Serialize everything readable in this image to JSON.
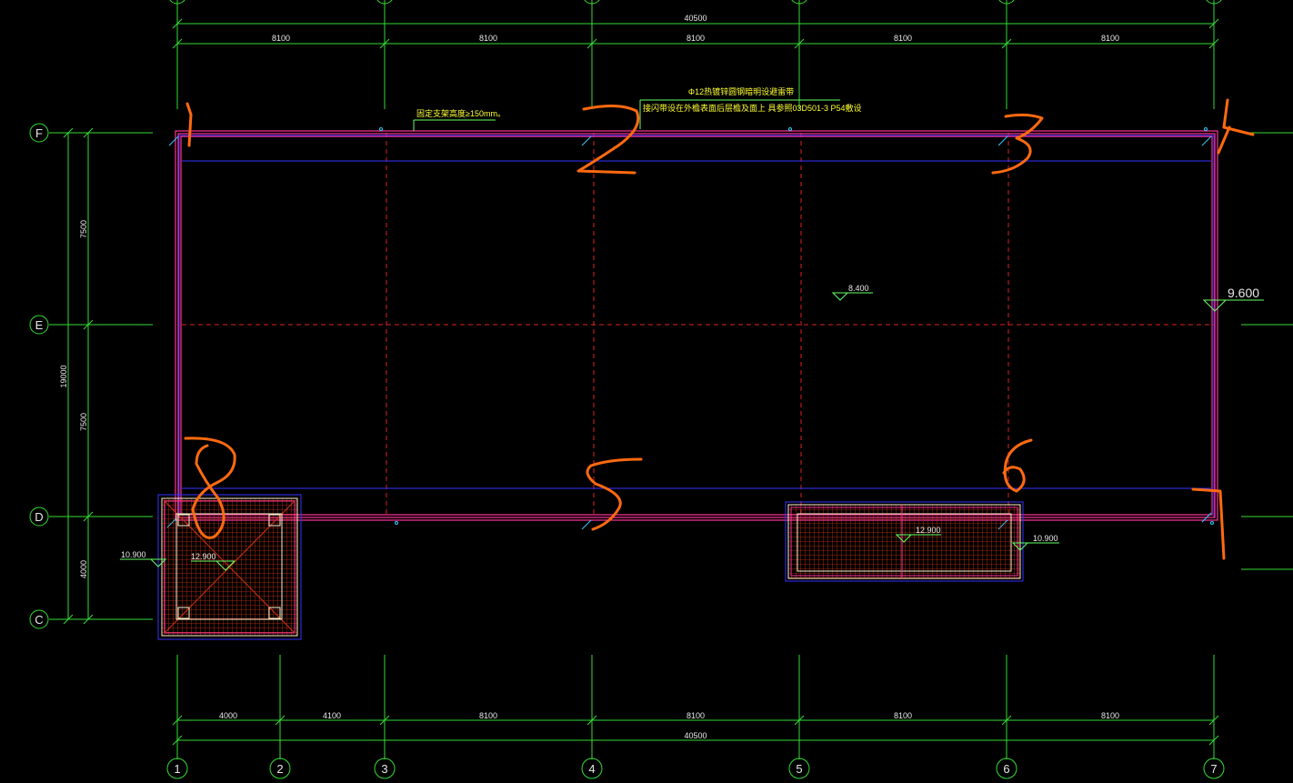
{
  "drawing": {
    "top_dims": {
      "total": "40500",
      "segments": [
        "8100",
        "8100",
        "8100",
        "8100",
        "8100"
      ]
    },
    "bottom_dims": {
      "total": "40500",
      "segments": [
        "4000",
        "4100",
        "8100",
        "8100",
        "8100",
        "8100"
      ]
    },
    "left_dims": {
      "total": "19000",
      "segments": [
        "7500",
        "7500",
        "4000"
      ]
    },
    "row_axes": [
      "F",
      "E",
      "D",
      "C"
    ],
    "column_axes": [
      "1",
      "2",
      "3",
      "4",
      "5",
      "6",
      "7"
    ],
    "annotations": {
      "rebar_note": "Φ12热镀锌圆钢暗明设避雷带",
      "support_note": "固定支架高度≥150mm。",
      "downlead_note": "接闪带设在外檐表面后层檐及面上 具参照03D501-3   P54敷设"
    },
    "elevations": {
      "roof_center": "8.400",
      "parapet_right": "9.600",
      "left_tower_side": "10.900",
      "left_tower_top": "12.900",
      "right_tower_top": "12.900",
      "right_tower_side": "10.900"
    },
    "markups": {
      "color": "#ff6a10",
      "marks": [
        "1",
        "2",
        "3",
        "4",
        "5",
        "6",
        "7",
        "8"
      ]
    },
    "colors": {
      "grid": "#33dd33",
      "parapet": "#ff3399",
      "inner_line": "#3333ff",
      "dashed": "#dd2222",
      "hatch": "#cc3311"
    }
  }
}
